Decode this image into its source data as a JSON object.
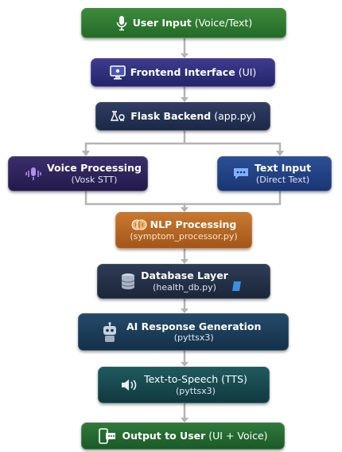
{
  "nodes": {
    "user_input": {
      "title": "User Input",
      "detail": "(Voice/Text)",
      "icon": "microphone-icon",
      "color": "#2d7a31"
    },
    "frontend": {
      "title": "Frontend Interface",
      "detail": "(UI)",
      "icon": "monitor-icon",
      "color": "#2f2f7e"
    },
    "flask": {
      "title": "Flask Backend",
      "detail": "(app.py)",
      "icon": "flask-icon",
      "color": "#253255"
    },
    "voice": {
      "title": "Voice Processing",
      "subtitle": "(Vosk STT)",
      "icon": "waveform-icon",
      "color": "#2e2459"
    },
    "text_input": {
      "title": "Text Input",
      "subtitle": "(Direct Text)",
      "icon": "chat-bubble-icon",
      "color": "#234283"
    },
    "nlp": {
      "title": "NLP Processing",
      "subtitle": "(symptom_processor.py)",
      "icon": "brain-icon",
      "color": "#b56723"
    },
    "database": {
      "title": "Database Layer",
      "subtitle": "(health_db.py)",
      "icon": "database-icon",
      "color": "#243047"
    },
    "ai_response": {
      "title": "AI Response Generation",
      "subtitle": "(pyttsx3)",
      "icon": "robot-icon",
      "color": "#1c3d59"
    },
    "tts": {
      "title": "Text-to-Speech (TTS)",
      "subtitle": "(pyttsx3)",
      "icon": "speaker-icon",
      "color": "#184a4f"
    },
    "output": {
      "title": "Output to User",
      "detail": "(UI + Voice)",
      "icon": "phone-chat-icon",
      "color": "#256a31"
    }
  },
  "connector_color": "#b4b4b4"
}
